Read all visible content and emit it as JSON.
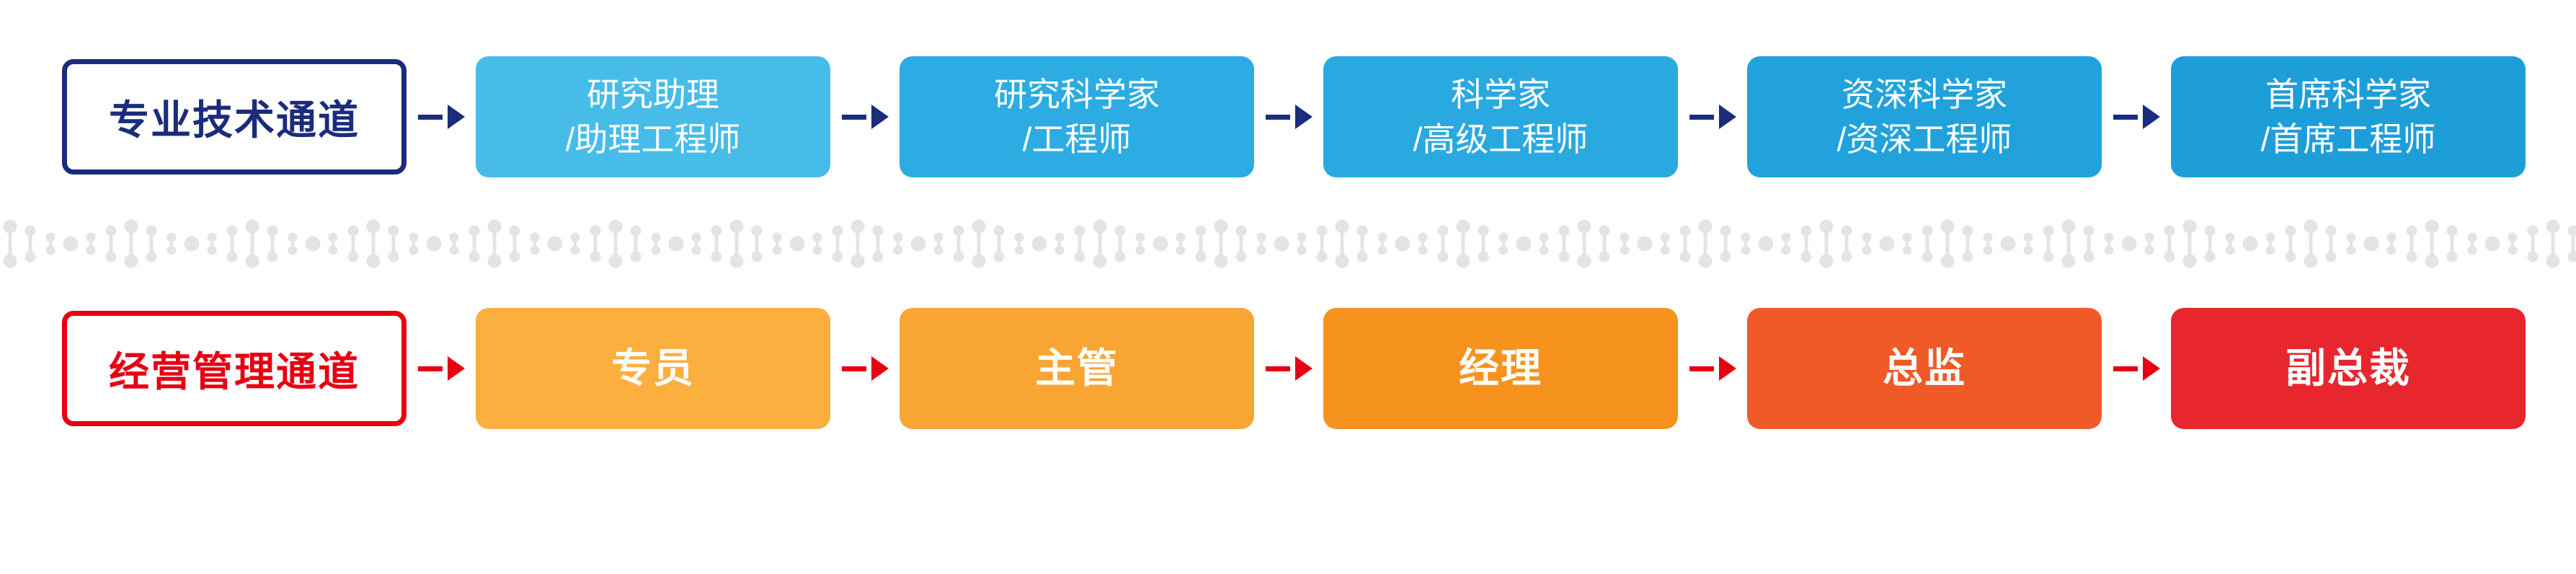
{
  "rows": [
    {
      "id": "technical",
      "label": "专业技术通道",
      "accent": "#1B2C7D",
      "items": [
        {
          "line1": "研究助理",
          "line2": "/助理工程师",
          "color": "#47BCE9"
        },
        {
          "line1": "研究科学家",
          "line2": "/工程师",
          "color": "#2CACE2"
        },
        {
          "line1": "科学家",
          "line2": "/高级工程师",
          "color": "#29A9E0"
        },
        {
          "line1": "资深科学家",
          "line2": "/资深工程师",
          "color": "#21A2DC"
        },
        {
          "line1": "首席科学家",
          "line2": "/首席工程师",
          "color": "#1E9ED9"
        }
      ]
    },
    {
      "id": "management",
      "label": "经营管理通道",
      "accent": "#E60012",
      "items": [
        {
          "line1": "专员",
          "color": "#FBAF3E"
        },
        {
          "line1": "主管",
          "color": "#F9A534"
        },
        {
          "line1": "经理",
          "color": "#F6921E"
        },
        {
          "line1": "总监",
          "color": "#F05A28"
        },
        {
          "line1": "副总裁",
          "color": "#E8262D"
        }
      ]
    }
  ],
  "decoration": {
    "dna_color": "#E4E4E4"
  }
}
